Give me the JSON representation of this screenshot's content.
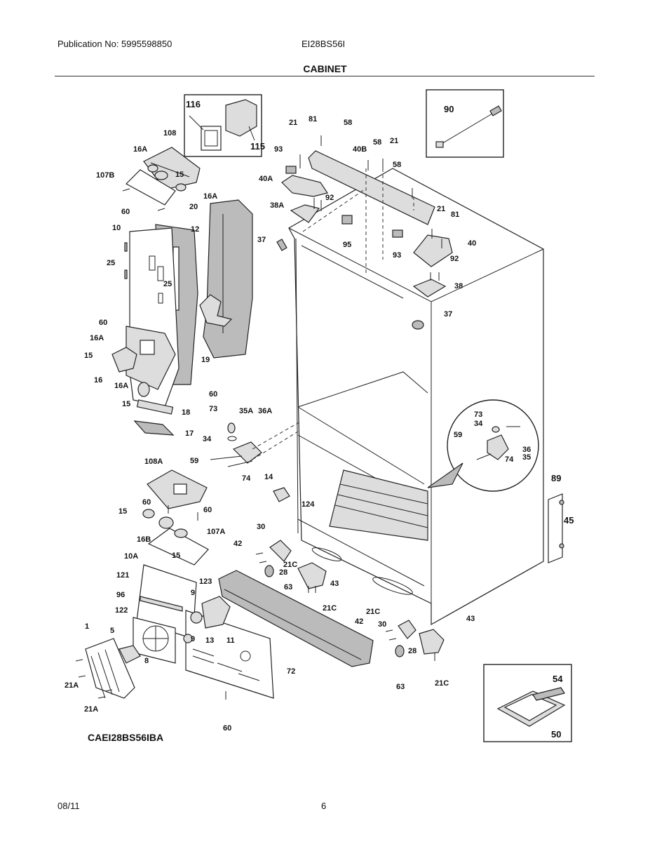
{
  "header": {
    "publication": "Publication No: 5995598850",
    "model": "EI28BS56I",
    "section": "CABINET"
  },
  "diagram_code": "CAEI28BS56IBA",
  "footer": {
    "date": "08/11",
    "page": "6"
  },
  "callouts": [
    "116",
    "115",
    "108",
    "16A",
    "107B",
    "15",
    "16A",
    "60",
    "20",
    "10",
    "12",
    "25",
    "25",
    "60",
    "16A",
    "15",
    "16",
    "16A",
    "15",
    "19",
    "60",
    "18",
    "17",
    "21",
    "81",
    "58",
    "93",
    "40B",
    "58",
    "21",
    "58",
    "40A",
    "92",
    "38A",
    "37",
    "95",
    "21",
    "81",
    "93",
    "40",
    "92",
    "38",
    "37",
    "90",
    "73",
    "35A",
    "36A",
    "34",
    "59",
    "74",
    "73",
    "34",
    "59",
    "36",
    "35",
    "74",
    "108A",
    "60",
    "15",
    "60",
    "16B",
    "107A",
    "15",
    "14",
    "124",
    "89",
    "45",
    "30",
    "42",
    "21C",
    "28",
    "63",
    "43",
    "21C",
    "10A",
    "121",
    "123",
    "9",
    "96",
    "122",
    "9",
    "13",
    "11",
    "1",
    "5",
    "8",
    "21A",
    "21A",
    "72",
    "60",
    "21C",
    "42",
    "30",
    "43",
    "28",
    "63",
    "21C",
    "54",
    "50"
  ]
}
